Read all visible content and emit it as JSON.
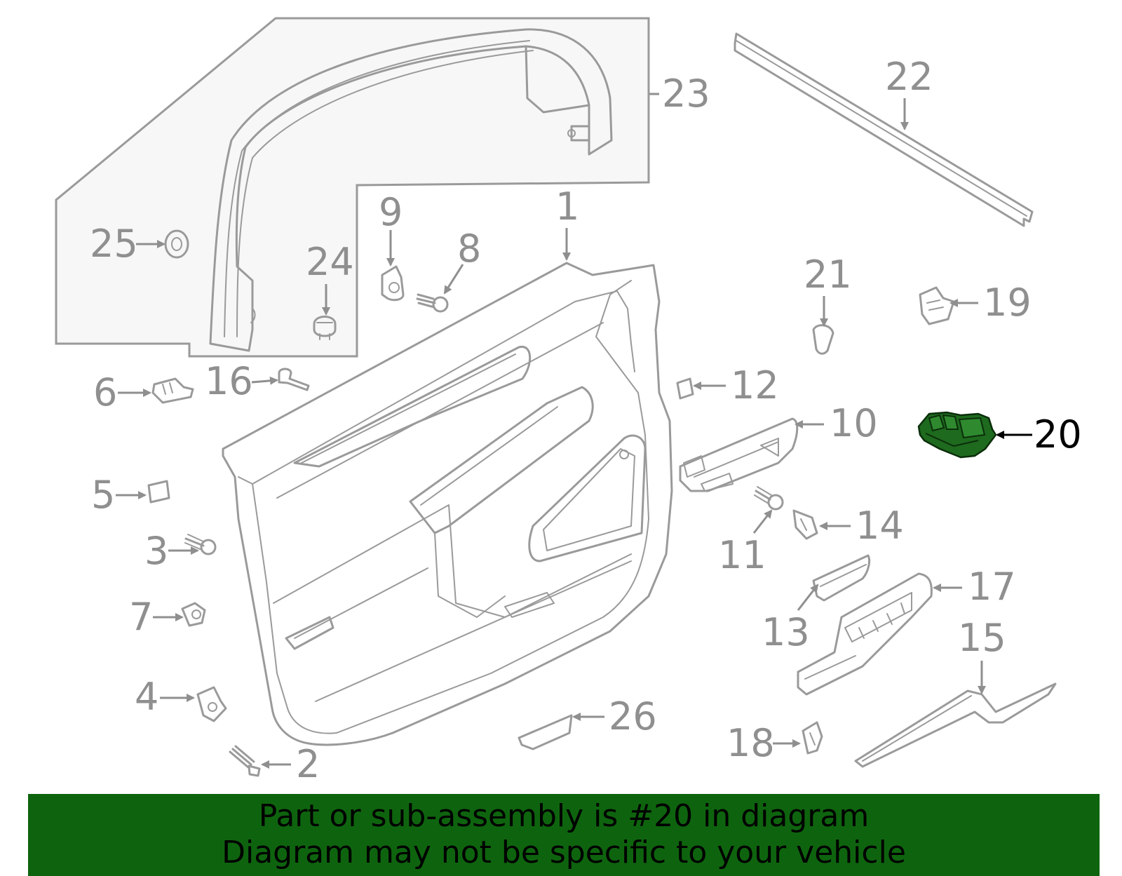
{
  "diagram": {
    "highlighted_part": "20",
    "highlight_color": "#1e6a1e",
    "line_color": "#9a9a9a",
    "callouts": [
      {
        "id": "p1",
        "label": "1"
      },
      {
        "id": "p2",
        "label": "2"
      },
      {
        "id": "p3",
        "label": "3"
      },
      {
        "id": "p4",
        "label": "4"
      },
      {
        "id": "p5",
        "label": "5"
      },
      {
        "id": "p6",
        "label": "6"
      },
      {
        "id": "p7",
        "label": "7"
      },
      {
        "id": "p8",
        "label": "8"
      },
      {
        "id": "p9",
        "label": "9"
      },
      {
        "id": "p10",
        "label": "10"
      },
      {
        "id": "p11",
        "label": "11"
      },
      {
        "id": "p12",
        "label": "12"
      },
      {
        "id": "p13",
        "label": "13"
      },
      {
        "id": "p14",
        "label": "14"
      },
      {
        "id": "p15",
        "label": "15"
      },
      {
        "id": "p16",
        "label": "16"
      },
      {
        "id": "p17",
        "label": "17"
      },
      {
        "id": "p18",
        "label": "18"
      },
      {
        "id": "p19",
        "label": "19"
      },
      {
        "id": "p20",
        "label": "20"
      },
      {
        "id": "p21",
        "label": "21"
      },
      {
        "id": "p22",
        "label": "22"
      },
      {
        "id": "p23",
        "label": "23"
      },
      {
        "id": "p24",
        "label": "24"
      },
      {
        "id": "p25",
        "label": "25"
      },
      {
        "id": "p26",
        "label": "26"
      }
    ]
  },
  "footer": {
    "banner_color": "#0e640e",
    "line1": "Part or sub-assembly is #20 in diagram",
    "line2": "Diagram may not be specific to your vehicle"
  }
}
